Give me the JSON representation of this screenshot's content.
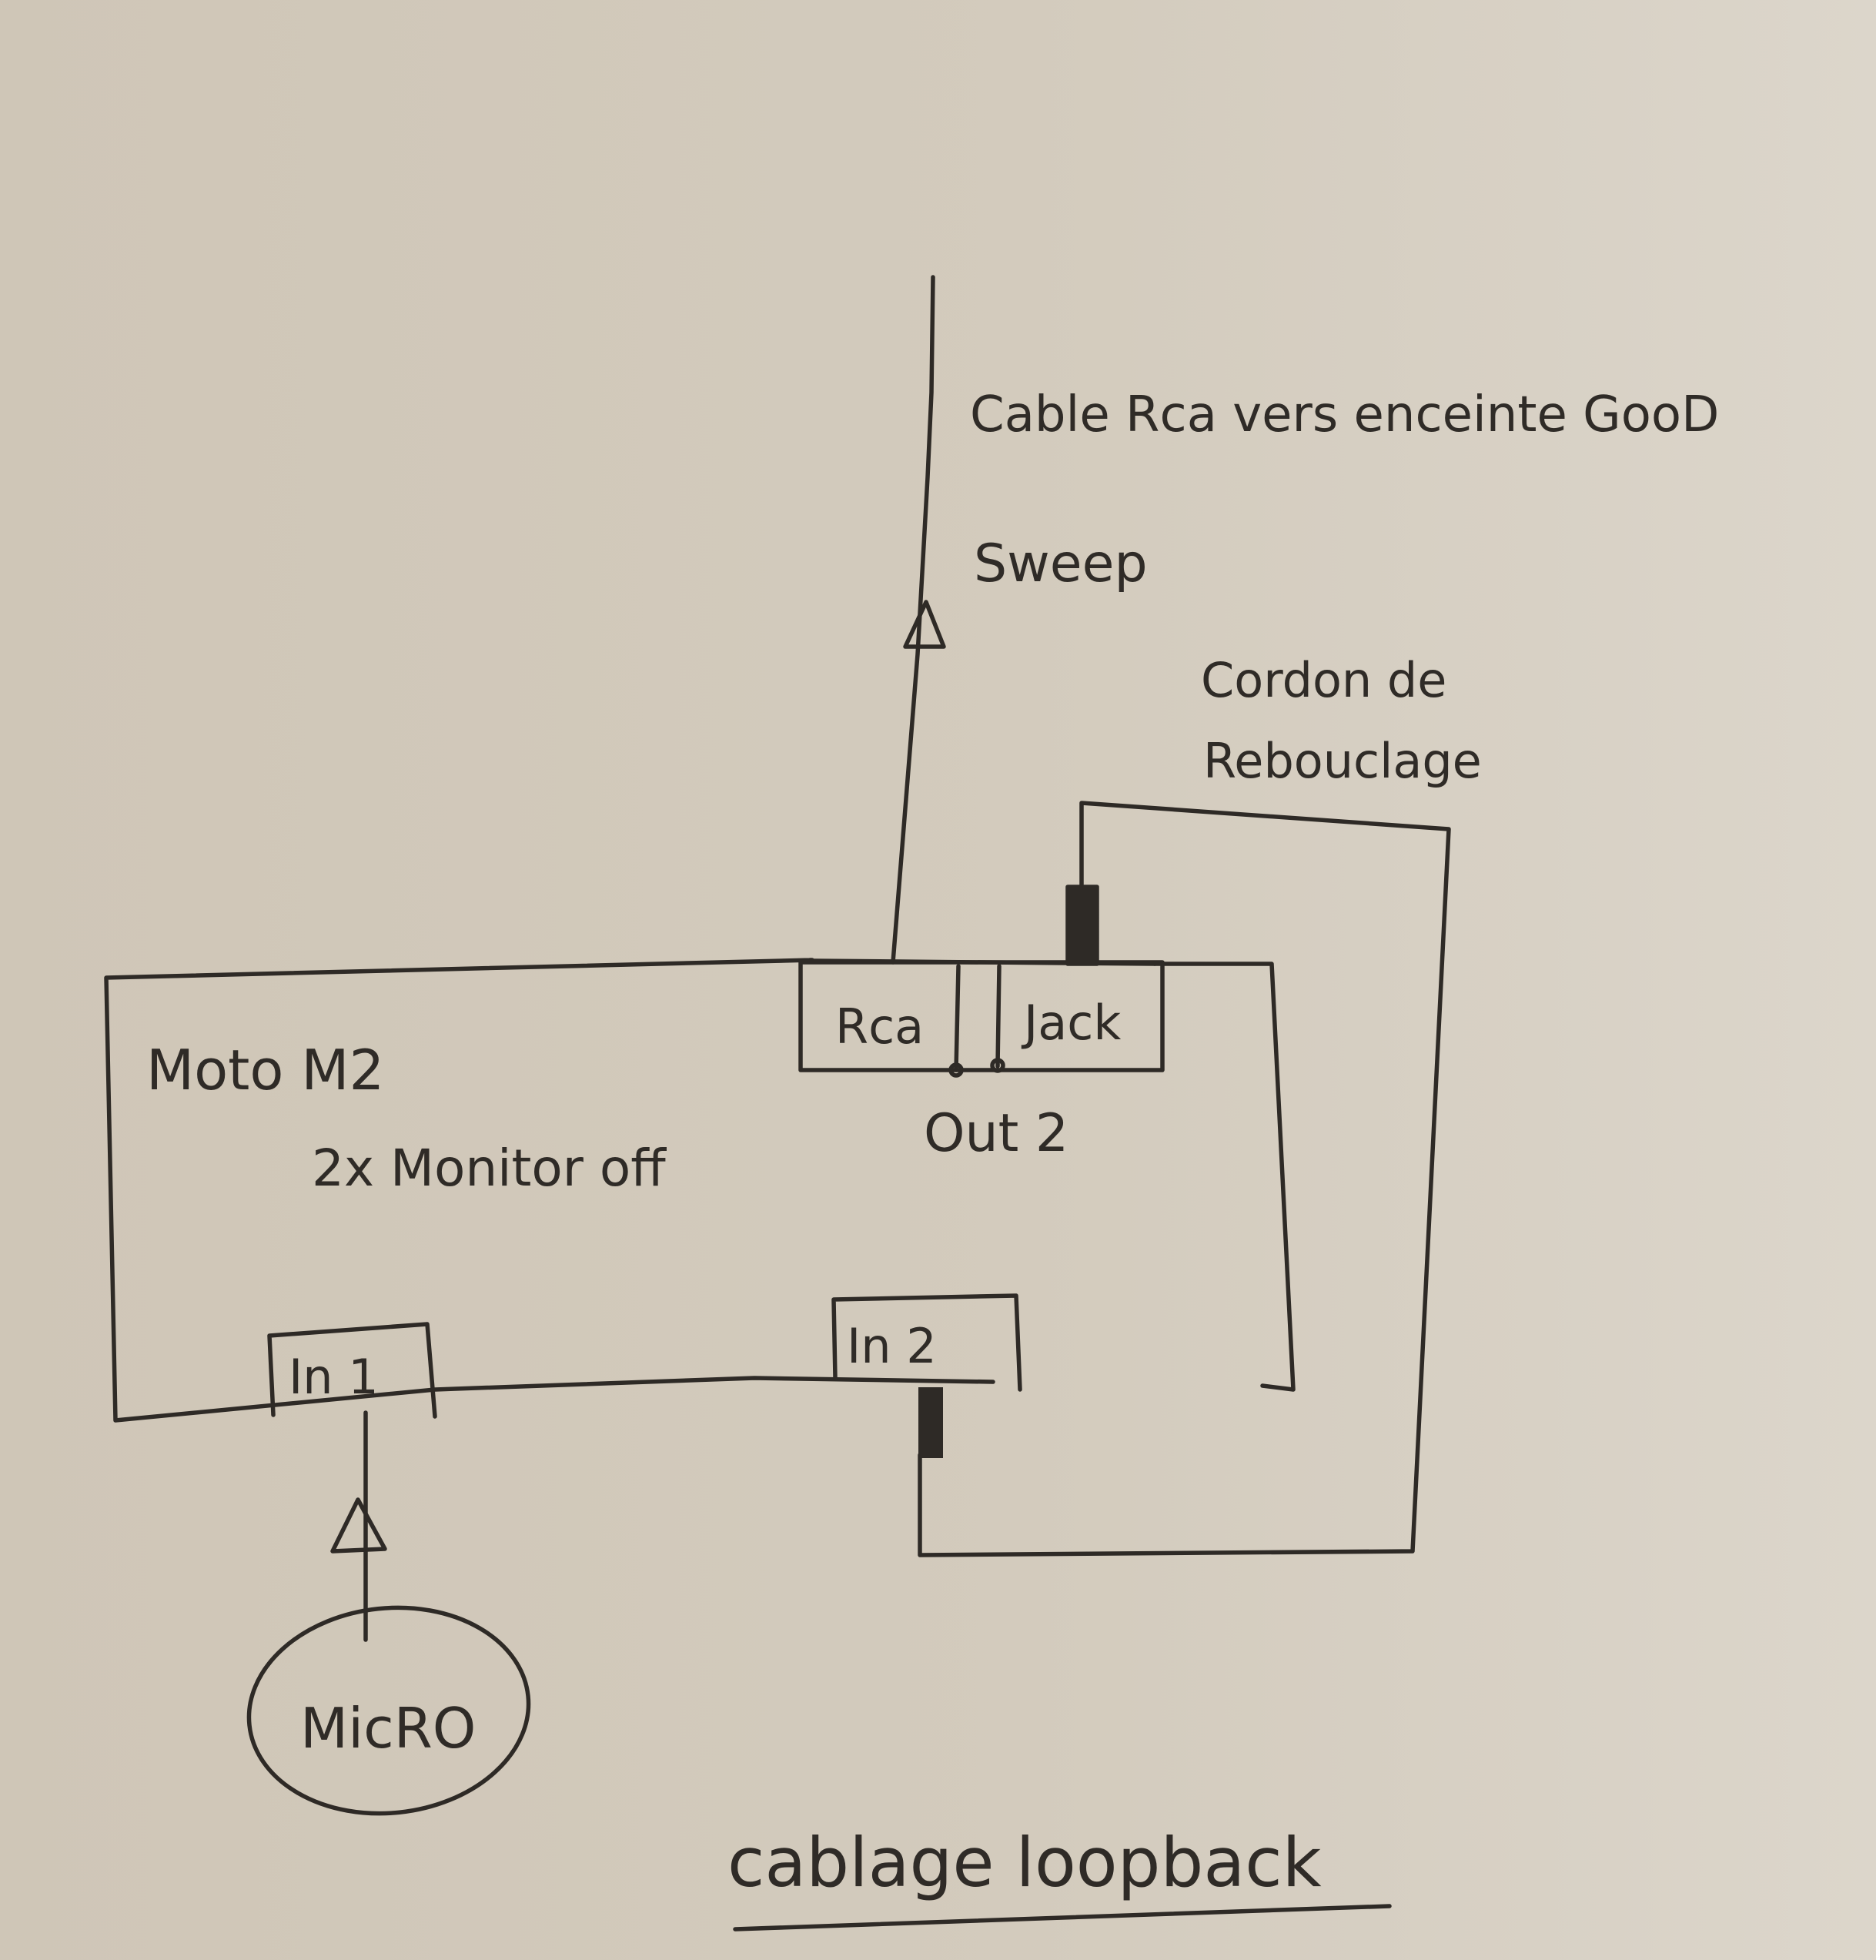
{
  "labels": {
    "cable_rca": "Cable Rca vers enceinte GooD",
    "sweep": "Sweep",
    "cordon_line1": "Cordon de",
    "cordon_line2": "Rebouclage",
    "device_name": "Moto M2",
    "monitor": "2x Monitor off",
    "rca_port": "Rca",
    "jack_port": "Jack",
    "out2": "Out 2",
    "in1": "In 1",
    "in2": "In 2",
    "micro": "MicRO",
    "title": "cablage loopback"
  },
  "colors": {
    "ink": "#2e2a26",
    "paper": "#d3cbbd"
  }
}
